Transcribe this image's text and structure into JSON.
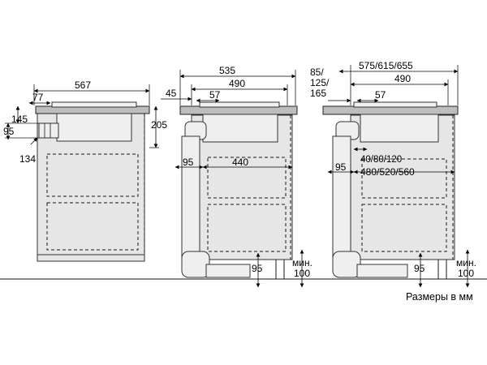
{
  "units_note": "Размеры в мм",
  "left": {
    "width": "567",
    "d77": "77",
    "d145": "145",
    "d95": "95",
    "d205": "205",
    "d134": "134"
  },
  "middle": {
    "d535": "535",
    "d45": "45",
    "d490": "490",
    "d57": "57",
    "d95": "95",
    "d440": "440",
    "d95_bottom": "95",
    "min_label": "мин.",
    "min_value": "100"
  },
  "right": {
    "d_top_a": "85/",
    "d_top_b": "125/",
    "d_top_c": "165",
    "d575": "575/615/655",
    "d490": "490",
    "d57": "57",
    "d40": "40/80/120",
    "d95": "95",
    "d480": "480/520/560",
    "d95_bottom": "95",
    "min_label": "мин.",
    "min_value": "100"
  }
}
